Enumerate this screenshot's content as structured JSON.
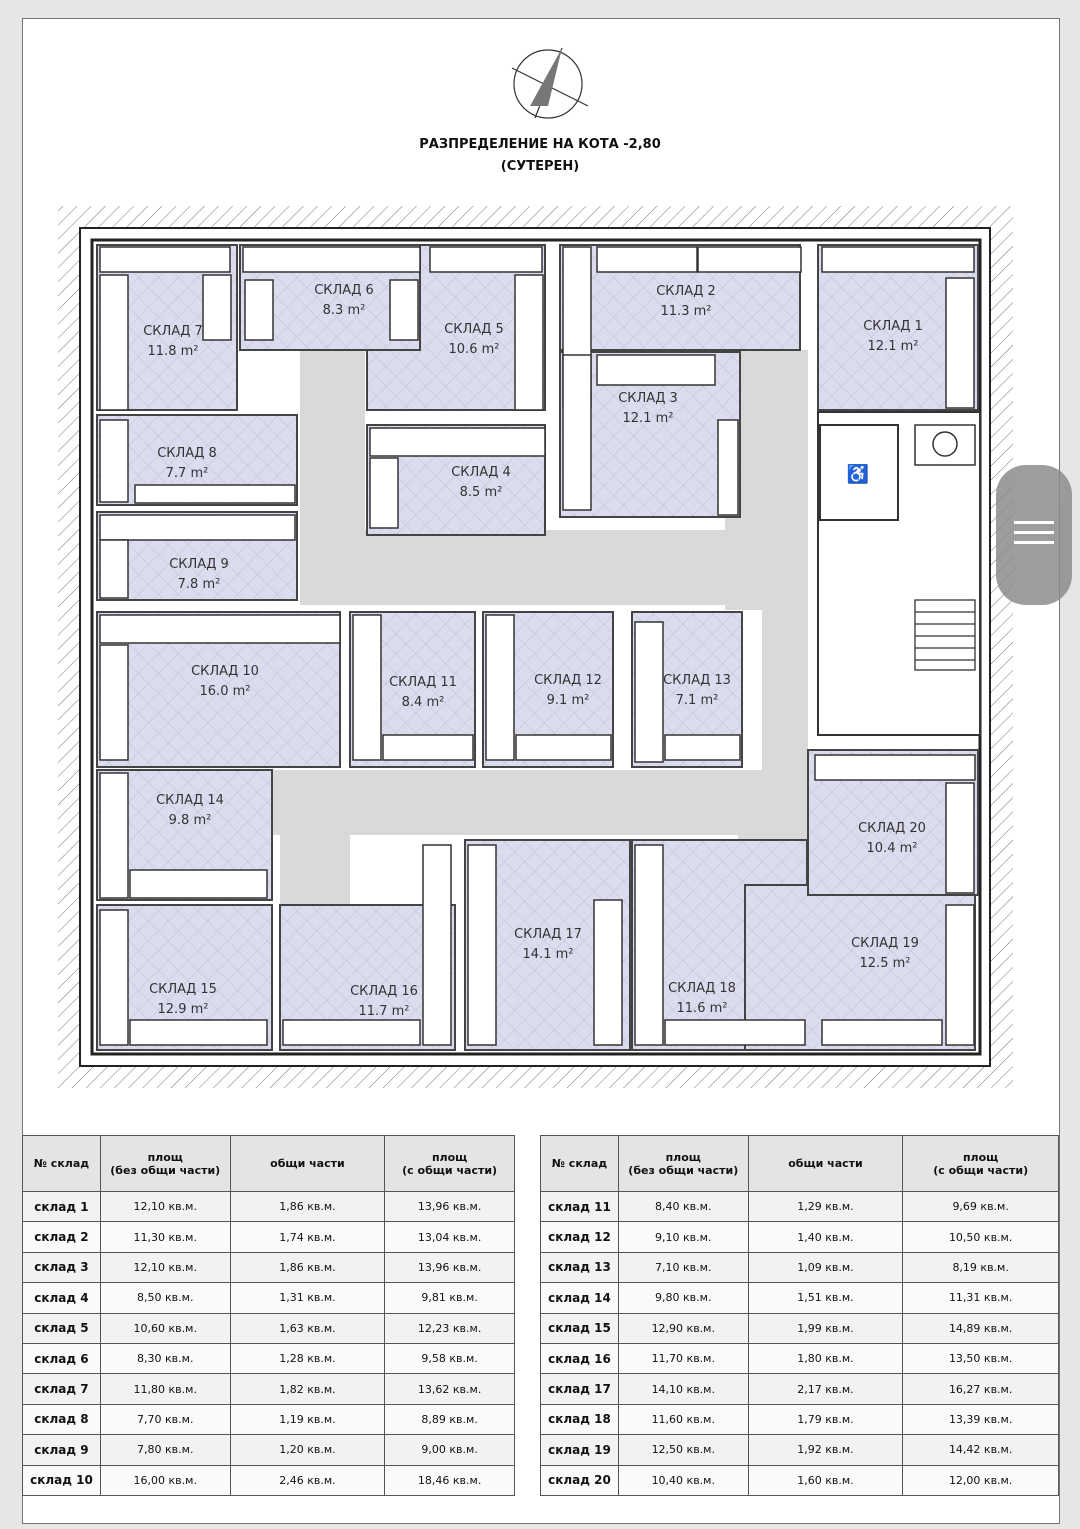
{
  "title": {
    "line1": "РАЗПРЕДЕЛЕНИЕ НА КОТА -2,80",
    "line2": "(СУТЕРЕН)"
  },
  "rooms": [
    {
      "name": "СКЛАД 1",
      "area": "12.1 m²"
    },
    {
      "name": "СКЛАД 2",
      "area": "11.3 m²"
    },
    {
      "name": "СКЛАД 3",
      "area": "12.1 m²"
    },
    {
      "name": "СКЛАД 4",
      "area": "8.5 m²"
    },
    {
      "name": "СКЛАД 5",
      "area": "10.6 m²"
    },
    {
      "name": "СКЛАД 6",
      "area": "8.3 m²"
    },
    {
      "name": "СКЛАД 7",
      "area": "11.8 m²"
    },
    {
      "name": "СКЛАД 8",
      "area": "7.7 m²"
    },
    {
      "name": "СКЛАД 9",
      "area": "7.8 m²"
    },
    {
      "name": "СКЛАД 10",
      "area": "16.0 m²"
    },
    {
      "name": "СКЛАД 11",
      "area": "8.4 m²"
    },
    {
      "name": "СКЛАД 12",
      "area": "9.1 m²"
    },
    {
      "name": "СКЛАД 13",
      "area": "7.1 m²"
    },
    {
      "name": "СКЛАД 14",
      "area": "9.8 m²"
    },
    {
      "name": "СКЛАД 15",
      "area": "12.9 m²"
    },
    {
      "name": "СКЛАД 16",
      "area": "11.7 m²"
    },
    {
      "name": "СКЛАД 17",
      "area": "14.1 m²"
    },
    {
      "name": "СКЛАД 18",
      "area": "11.6 m²"
    },
    {
      "name": "СКЛАД 19",
      "area": "12.5 m²"
    },
    {
      "name": "СКЛАД 20",
      "area": "10.4 m²"
    }
  ],
  "table": {
    "headers": [
      "№ склад",
      "площ\n(без общи части)",
      "общи части",
      "площ\n(с общи части)"
    ],
    "left": [
      [
        "склад  1",
        "12,10 кв.м.",
        "1,86 кв.м.",
        "13,96 кв.м."
      ],
      [
        "склад  2",
        "11,30 кв.м.",
        "1,74 кв.м.",
        "13,04 кв.м."
      ],
      [
        "склад  3",
        "12,10 кв.м.",
        "1,86 кв.м.",
        "13,96 кв.м."
      ],
      [
        "склад  4",
        "8,50 кв.м.",
        "1,31 кв.м.",
        "9,81 кв.м."
      ],
      [
        "склад  5",
        "10,60 кв.м.",
        "1,63 кв.м.",
        "12,23 кв.м."
      ],
      [
        "склад  6",
        "8,30 кв.м.",
        "1,28 кв.м.",
        "9,58 кв.м."
      ],
      [
        "склад  7",
        "11,80 кв.м.",
        "1,82 кв.м.",
        "13,62 кв.м."
      ],
      [
        "склад  8",
        "7,70 кв.м.",
        "1,19 кв.м.",
        "8,89 кв.м."
      ],
      [
        "склад  9",
        "7,80 кв.м.",
        "1,20 кв.м.",
        "9,00 кв.м."
      ],
      [
        "склад  10",
        "16,00 кв.м.",
        "2,46 кв.м.",
        "18,46 кв.м."
      ]
    ],
    "right": [
      [
        "склад  11",
        "8,40 кв.м.",
        "1,29 кв.м.",
        "9,69 кв.м."
      ],
      [
        "склад  12",
        "9,10 кв.м.",
        "1,40 кв.м.",
        "10,50 кв.м."
      ],
      [
        "склад  13",
        "7,10 кв.м.",
        "1,09 кв.м.",
        "8,19 кв.м."
      ],
      [
        "склад  14",
        "9,80 кв.м.",
        "1,51 кв.м.",
        "11,31 кв.м."
      ],
      [
        "склад  15",
        "12,90 кв.м.",
        "1,99 кв.м.",
        "14,89 кв.м."
      ],
      [
        "склад  16",
        "11,70 кв.м.",
        "1,80 кв.м.",
        "13,50 кв.м."
      ],
      [
        "склад  17",
        "14,10 кв.м.",
        "2,17 кв.м.",
        "16,27 кв.м."
      ],
      [
        "склад  18",
        "11,60 кв.м.",
        "1,79 кв.м.",
        "13,39 кв.м."
      ],
      [
        "склад  19",
        "12,50 кв.м.",
        "1,92 кв.м.",
        "14,42 кв.м."
      ],
      [
        "склад  20",
        "10,40 кв.м.",
        "1,60 кв.м.",
        "12,00 кв.м."
      ]
    ]
  },
  "colors": {
    "room_fill": "#dcdcef",
    "corridor_fill": "#d9d9d9",
    "wall": "#222222"
  }
}
